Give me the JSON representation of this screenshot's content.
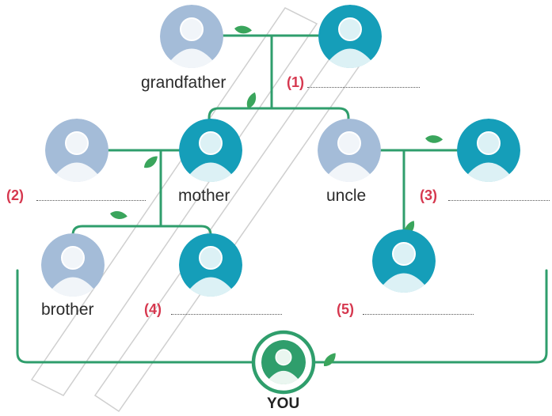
{
  "colors": {
    "line": "#2f9e6c",
    "leaf": "#3aa55c",
    "male": "#a4bcd8",
    "female": "#159eb9",
    "you": "#2f9e6c",
    "number": "#d6384f",
    "watermark": "#cfcfcf"
  },
  "labels": {
    "grandfather": "grandfather",
    "mother": "mother",
    "uncle": "uncle",
    "brother": "brother",
    "you": "YOU"
  },
  "blanks": {
    "b1": "(1)",
    "b2": "(2)",
    "b3": "(3)",
    "b4": "(4)",
    "b5": "(5)"
  },
  "icons": {
    "person": "person-avatar-icon",
    "leaf": "leaf-icon"
  }
}
